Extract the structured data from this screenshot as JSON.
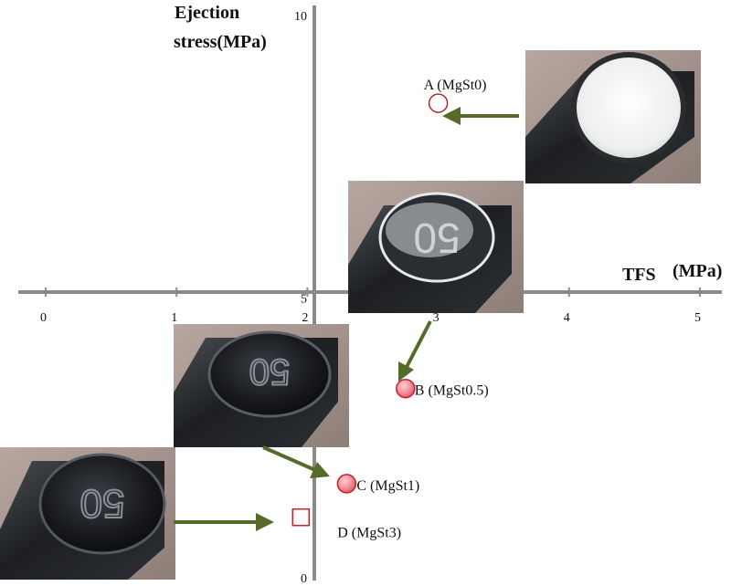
{
  "chart_data": {
    "type": "scatter",
    "xlabel": "TFS",
    "xlabel_unit": "(MPa)",
    "ylabel_line1": "Ejection",
    "ylabel_line2": "stress(MPa)",
    "xlim": [
      0,
      5
    ],
    "ylim": [
      0,
      10
    ],
    "x_ticks": [
      "0",
      "1",
      "2",
      "3",
      "4",
      "5"
    ],
    "y_ticks": [
      "0",
      "5",
      "10"
    ],
    "points": [
      {
        "label": "A (MgSt0)",
        "x": 3.0,
        "y": 8.4,
        "marker": "circle-open"
      },
      {
        "label": "B (MgSt0.5)",
        "x": 2.75,
        "y": 3.3,
        "marker": "circle-filled"
      },
      {
        "label": "C (MgSt1)",
        "x": 2.3,
        "y": 1.6,
        "marker": "circle-filled"
      },
      {
        "label": "D (MgSt3)",
        "x": 1.95,
        "y": 1.0,
        "marker": "square-open"
      }
    ],
    "colors": {
      "axis": "#8a8a8a",
      "arrow": "#566b2a",
      "marker_edge": "#c8202a",
      "marker_fill": "#f08c94",
      "text": "#111111"
    },
    "photos": [
      {
        "name": "punch-photo-a",
        "type": "powder-covered"
      },
      {
        "name": "punch-photo-b",
        "type": "partly-coated"
      },
      {
        "name": "punch-photo-c",
        "type": "clean"
      },
      {
        "name": "punch-photo-d",
        "type": "clean"
      }
    ]
  }
}
